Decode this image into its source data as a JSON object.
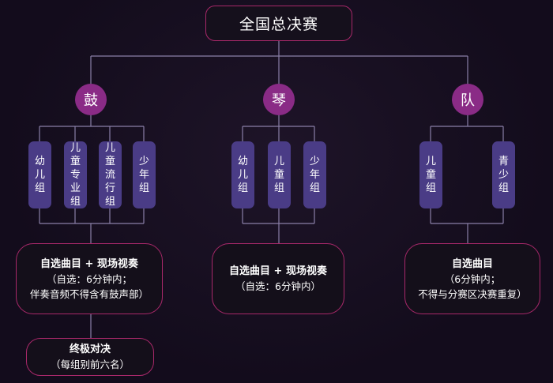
{
  "root": "全国总决赛",
  "groups": [
    {
      "name": "鼓",
      "divisions": [
        "幼儿组",
        "儿童专业组",
        "儿童流行组",
        "少年组"
      ],
      "rule": {
        "title": "自选曲目 + 现场视奏",
        "lines": [
          "（自选：6分钟内；",
          "伴奏音频不得含有鼓声部）"
        ]
      },
      "final": {
        "title": "终极对决",
        "lines": [
          "（每组别前六名）"
        ]
      }
    },
    {
      "name": "琴",
      "divisions": [
        "幼儿组",
        "儿童组",
        "少年组"
      ],
      "rule": {
        "title": "自选曲目 + 现场视奏",
        "lines": [
          "（自选：6分钟内）"
        ]
      }
    },
    {
      "name": "队",
      "divisions": [
        "儿童组",
        "青少组"
      ],
      "rule": {
        "title": "自选曲目",
        "lines": [
          "（6分钟内；",
          "不得与分赛区决赛重复）"
        ]
      }
    }
  ],
  "colors": {
    "line": "#8a7fa8",
    "accent_border": "#a8286a",
    "circle": "#8a2b86",
    "pill": "#4a3c86",
    "background": "#130c1c"
  }
}
